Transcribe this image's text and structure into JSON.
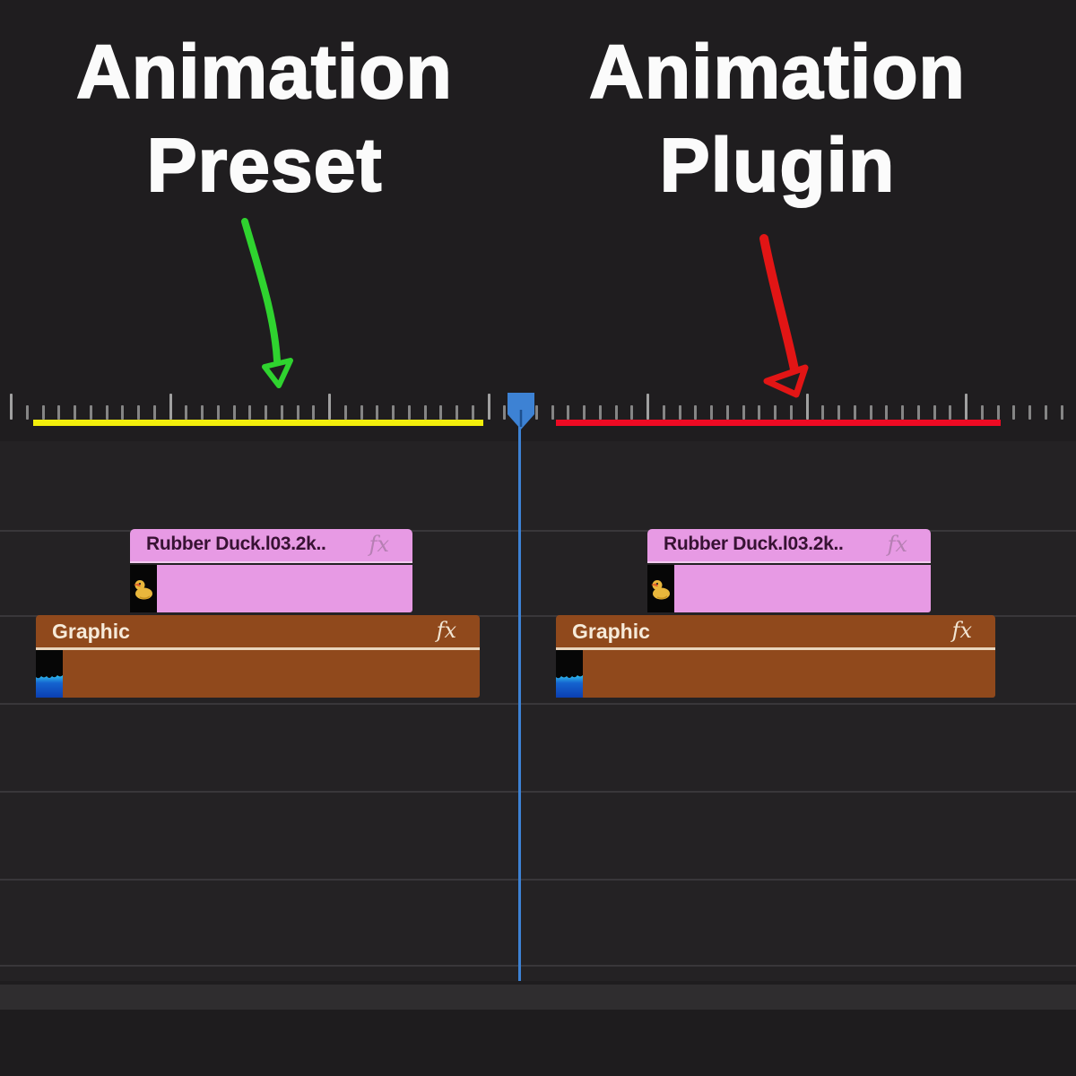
{
  "titles": {
    "left": {
      "line1": "Animation",
      "line2": "Preset"
    },
    "right": {
      "line1": "Animation",
      "line2": "Plugin"
    }
  },
  "timeline": {
    "clips": {
      "video_left": {
        "label": "Rubber Duck.l03.2k..",
        "fx_badge": "fx"
      },
      "video_right": {
        "label": "Rubber Duck.l03.2k..",
        "fx_badge": "fx"
      },
      "graphic_left": {
        "label": "Graphic",
        "fx_badge": "fx"
      },
      "graphic_right": {
        "label": "Graphic",
        "fx_badge": "fx"
      }
    }
  },
  "colors": {
    "background": "#1f1d1f",
    "track_background": "#242224",
    "ruler_left_highlight": "#f2ee0b",
    "ruler_right_highlight": "#ee0a23",
    "playhead": "#3d82d4",
    "video_clip": "#e79ae4",
    "graphic_clip": "#90491c",
    "arrow_preset": "#2fd32f",
    "arrow_plugin": "#e21515",
    "title_text": "#fbfbfb"
  }
}
